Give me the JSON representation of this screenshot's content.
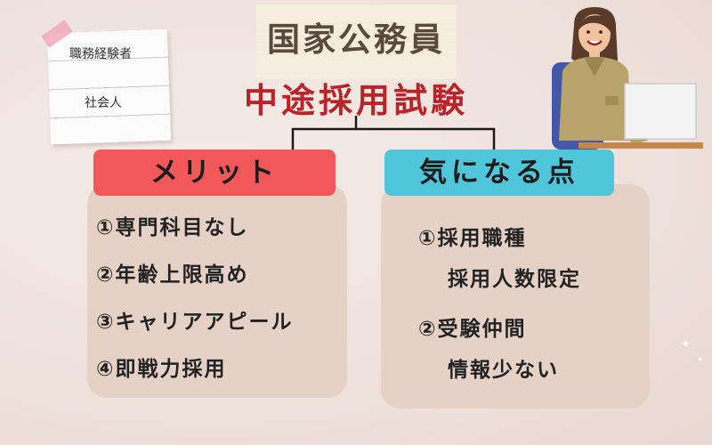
{
  "header": {
    "title_line1": "国家公務員",
    "title_line2": "中途採用試験"
  },
  "note": {
    "lines": [
      "職務経験者",
      "社会人"
    ]
  },
  "merits": {
    "label": "メリット",
    "items": [
      "①専門科目なし",
      "②年齢上限高め",
      "③キャリアアピール",
      "④即戦力採用"
    ]
  },
  "concerns": {
    "label": "気になる点",
    "items": [
      "①採用職種",
      "採用人数限定",
      "②受験仲間",
      "情報少ない"
    ]
  },
  "colors": {
    "title_brown": "#5a4a3d",
    "title_red": "#b8242a",
    "merit_badge": "#f0585a",
    "concern_badge": "#4fc6da",
    "panel": "#e6d1c7"
  },
  "icons": [
    "sticky-note-icon",
    "office-worker-illustration",
    "sparkle-icon"
  ]
}
